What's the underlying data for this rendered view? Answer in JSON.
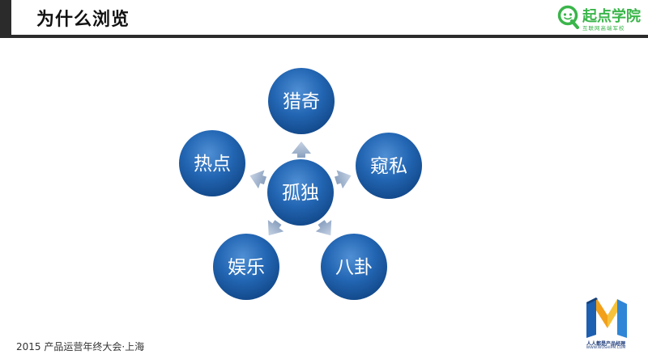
{
  "header": {
    "title": "为什么浏览"
  },
  "logo": {
    "name": "起点学院",
    "subtitle": "互联网高端军校"
  },
  "diagram": {
    "center": "孤独",
    "nodes": [
      {
        "id": "top",
        "label": "猎奇"
      },
      {
        "id": "right",
        "label": "窥私"
      },
      {
        "id": "bottom-right",
        "label": "八卦"
      },
      {
        "id": "bottom-left",
        "label": "娱乐"
      },
      {
        "id": "left",
        "label": "热点"
      }
    ]
  },
  "footer": {
    "event": "2015 产品运营年终大会·上海"
  },
  "brand": {
    "line1": "人人都是产品经理",
    "line2": "WWW.WOSHIPM.COM"
  },
  "colors": {
    "node": "#1a5ea8",
    "arrow": "#9aaec9",
    "logo": "#3ab54a"
  }
}
